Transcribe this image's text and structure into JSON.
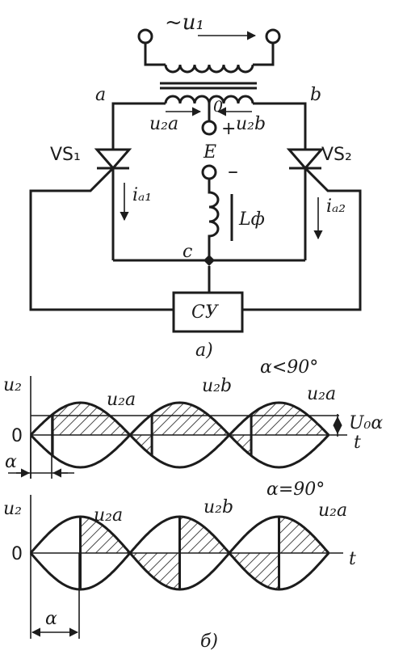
{
  "circuit": {
    "source_voltage": "~u₁",
    "terminal_a": "a",
    "terminal_b": "b",
    "center_tap": "0",
    "u2a": "u₂a",
    "u2b": "u₂b",
    "plus": "+",
    "minus": "–",
    "emf": "E",
    "thyristor_1": "VS₁",
    "thyristor_2": "VS₂",
    "current_1": "iₐ₁",
    "current_2": "iₐ₂",
    "inductor": "Lф",
    "node_c": "c",
    "control_unit": "СУ",
    "caption_a": "а)"
  },
  "waveform_top": {
    "condition": "α<90°",
    "y_axis": "u₂",
    "zero": "0",
    "t_axis": "t",
    "label_u2a_left": "u₂a",
    "label_u2b": "u₂b",
    "label_u2a_right": "u₂a",
    "avg_voltage": "U₀α",
    "alpha": "α"
  },
  "waveform_bottom": {
    "condition": "α=90°",
    "y_axis": "u₂",
    "zero": "0",
    "t_axis": "t",
    "label_u2a_left": "u₂a",
    "label_u2b": "u₂b",
    "label_u2a_right": "u₂a",
    "alpha": "α",
    "caption_b": "б)"
  }
}
